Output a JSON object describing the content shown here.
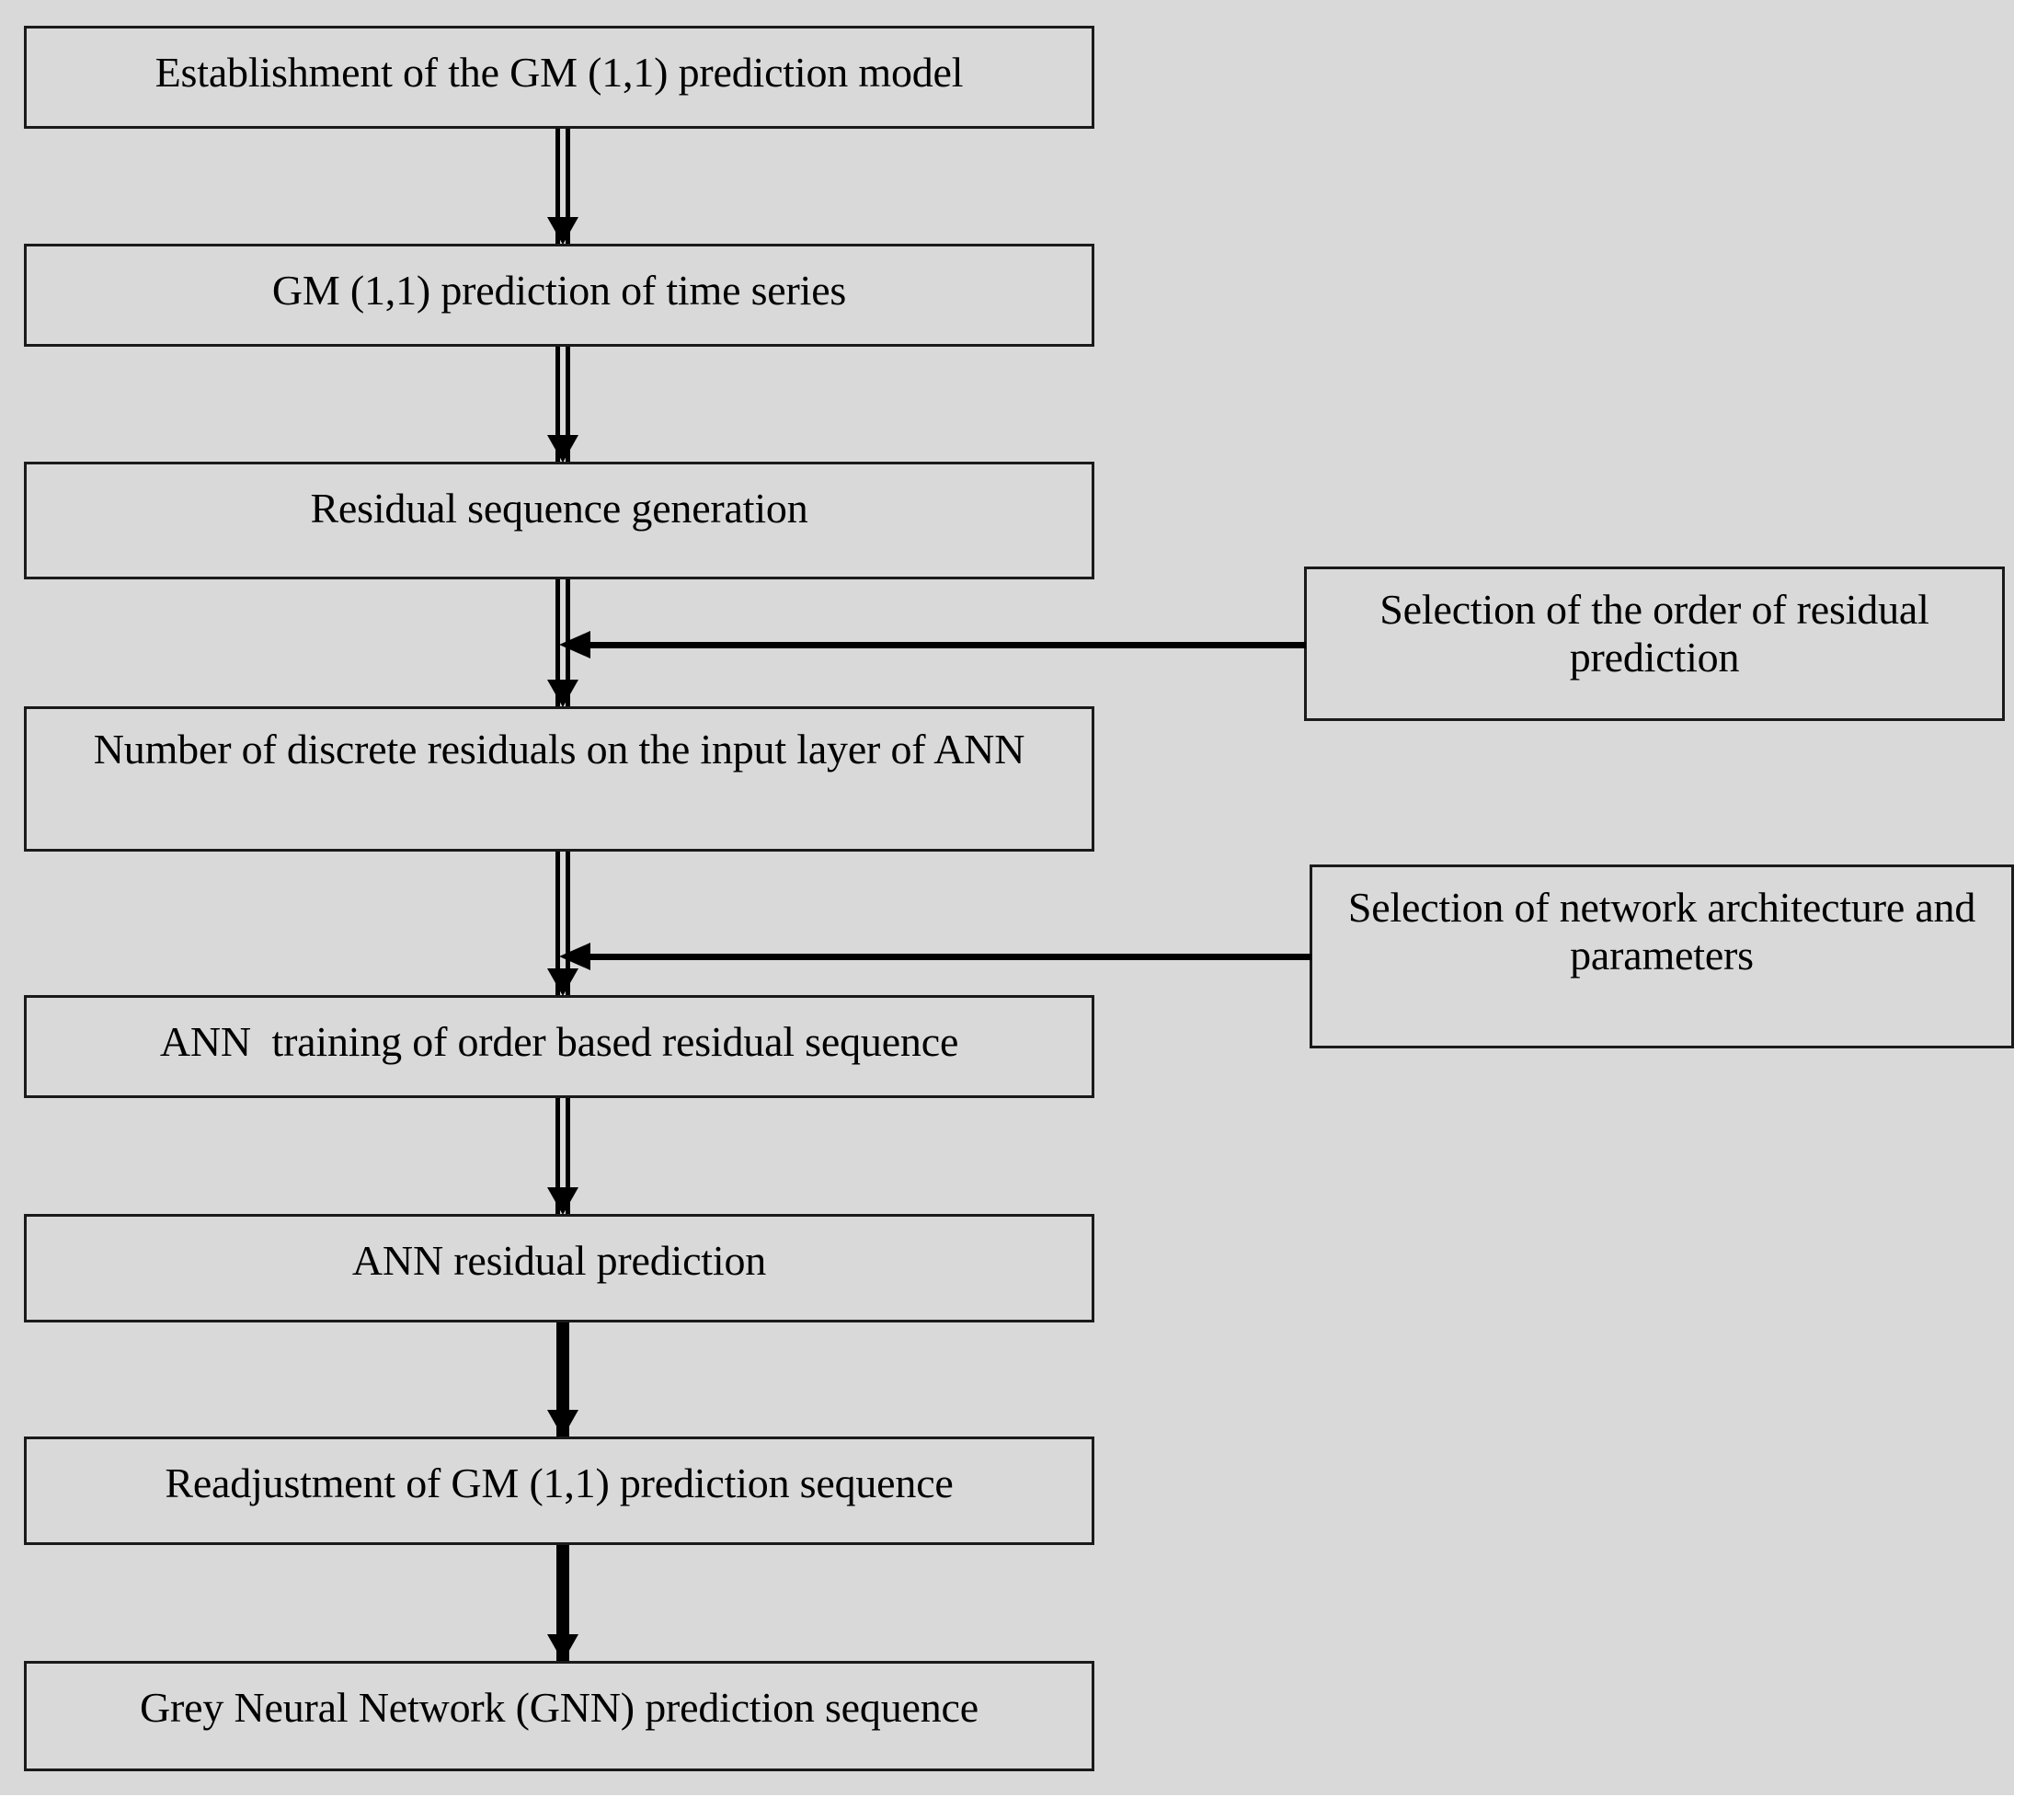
{
  "diagram": {
    "title": "Grey Neural Network (GNN) prediction flowchart",
    "background_color": "#d9d9d9",
    "box_fill_color": "#d9d9d9",
    "box_border_color": "#1a1a1a",
    "text_color": "#000000",
    "main_flow": [
      {
        "id": "step-1",
        "label": "Establishment of the GM (1,1) prediction model"
      },
      {
        "id": "step-2",
        "label": "GM (1,1) prediction of time series"
      },
      {
        "id": "step-3",
        "label": "Residual sequence generation"
      },
      {
        "id": "step-4",
        "label": "Number of discrete residuals on the input layer of ANN"
      },
      {
        "id": "step-5",
        "label": "ANN  training of order based residual sequence"
      },
      {
        "id": "step-6",
        "label": "ANN residual prediction"
      },
      {
        "id": "step-7",
        "label": "Readjustment of GM (1,1) prediction sequence"
      },
      {
        "id": "step-8",
        "label": "Grey Neural Network (GNN) prediction sequence"
      }
    ],
    "side_inputs": [
      {
        "id": "side-1",
        "label": "Selection of the order of residual prediction",
        "targets": "step-4"
      },
      {
        "id": "side-2",
        "label": "Selection of network architecture and parameters",
        "targets": "step-5"
      }
    ],
    "connectors": [
      {
        "id": "connector-1",
        "from": "step-1",
        "to": "step-2",
        "direction": "down",
        "style": "outlined"
      },
      {
        "id": "connector-2",
        "from": "step-2",
        "to": "step-3",
        "direction": "down",
        "style": "outlined"
      },
      {
        "id": "connector-3",
        "from": "step-3",
        "to": "step-4",
        "direction": "down",
        "style": "outlined"
      },
      {
        "id": "connector-4",
        "from": "step-4",
        "to": "step-5",
        "direction": "down",
        "style": "outlined"
      },
      {
        "id": "connector-5",
        "from": "step-5",
        "to": "step-6",
        "direction": "down",
        "style": "outlined"
      },
      {
        "id": "connector-6",
        "from": "step-6",
        "to": "step-7",
        "direction": "down",
        "style": "solid"
      },
      {
        "id": "connector-7",
        "from": "step-7",
        "to": "step-8",
        "direction": "down",
        "style": "solid"
      },
      {
        "id": "connector-8",
        "from": "side-1",
        "to": "connector-3",
        "direction": "left",
        "style": "solid"
      },
      {
        "id": "connector-9",
        "from": "side-2",
        "to": "connector-4",
        "direction": "left",
        "style": "solid"
      }
    ]
  }
}
